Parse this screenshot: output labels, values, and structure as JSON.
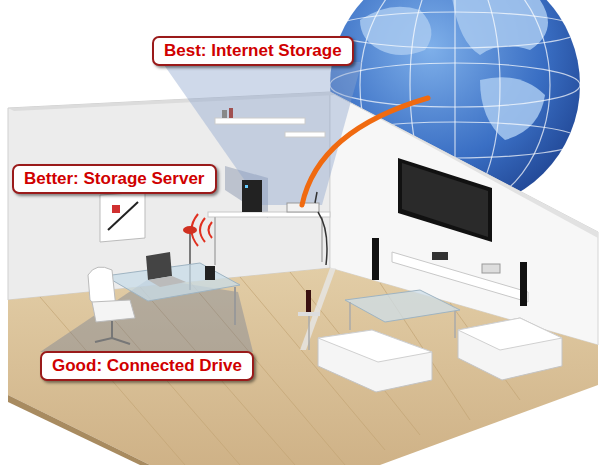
{
  "diagram": {
    "nodes": [
      {
        "text": [
          "Best: Internet Storage"
        ]
      },
      {
        "text": [
          "Better: Storage Server"
        ]
      },
      {
        "text": [
          "Good: Connected Drive"
        ]
      }
    ]
  }
}
